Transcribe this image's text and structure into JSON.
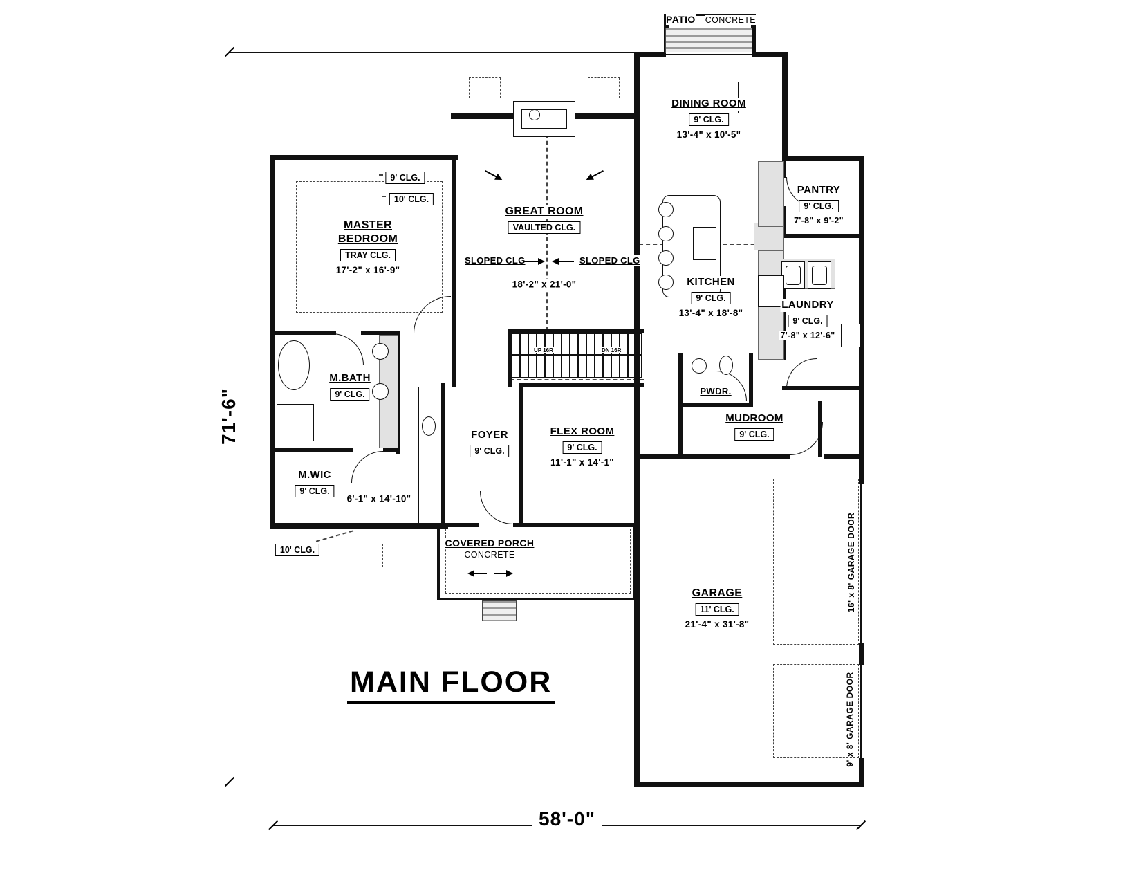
{
  "title": "MAIN FLOOR",
  "dim_height": "71'-6\"",
  "dim_width": "58'-0\"",
  "patio": {
    "name": "PATIO",
    "material": "CONCRETE"
  },
  "porch": {
    "name": "COVERED PORCH",
    "material": "CONCRETE"
  },
  "rooms": {
    "dining": {
      "name": "DINING ROOM",
      "clg": "9' CLG.",
      "size": "13'-4\" x 10'-5\""
    },
    "great": {
      "name": "GREAT ROOM",
      "clg": "VAULTED CLG.",
      "size": "18'-2\" x 21'-0\""
    },
    "master": {
      "name": "MASTER BEDROOM",
      "clg": "TRAY CLG.",
      "size": "17'-2\" x 16'-9\"",
      "clg9": "9' CLG.",
      "clg10": "10' CLG."
    },
    "pantry": {
      "name": "PANTRY",
      "clg": "9' CLG.",
      "size": "7'-8\" x 9'-2\""
    },
    "kitchen": {
      "name": "KITCHEN",
      "clg": "9' CLG.",
      "size": "13'-4\" x 18'-8\""
    },
    "laundry": {
      "name": "LAUNDRY",
      "clg": "9' CLG.",
      "size": "7'-8\" x 12'-6\""
    },
    "mbath": {
      "name": "M.BATH",
      "clg": "9' CLG."
    },
    "mwic": {
      "name": "M.WIC",
      "clg": "9' CLG.",
      "size": "6'-1\" x 14'-10\""
    },
    "foyer": {
      "name": "FOYER",
      "clg": "9' CLG."
    },
    "flex": {
      "name": "FLEX ROOM",
      "clg": "9' CLG.",
      "size": "11'-1\" x 14'-1\""
    },
    "pwdr": {
      "name": "PWDR."
    },
    "mudroom": {
      "name": "MUDROOM",
      "clg": "9' CLG."
    },
    "garage": {
      "name": "GARAGE",
      "clg": "11' CLG.",
      "size": "21'-4\" x 31'-8\""
    }
  },
  "labels": {
    "porch_clg10": "10' CLG.",
    "garage_door_16": "16' x 8' GARAGE DOOR",
    "garage_door_9": "9' x 8' GARAGE DOOR",
    "stairs_up": "UP 16R",
    "stairs_dn": "DN 16R",
    "sloped_left": "SLOPED CLG",
    "sloped_right": "SLOPED CLG"
  },
  "colors": {
    "wall": "#111111",
    "counter": "#e2e2e2"
  }
}
